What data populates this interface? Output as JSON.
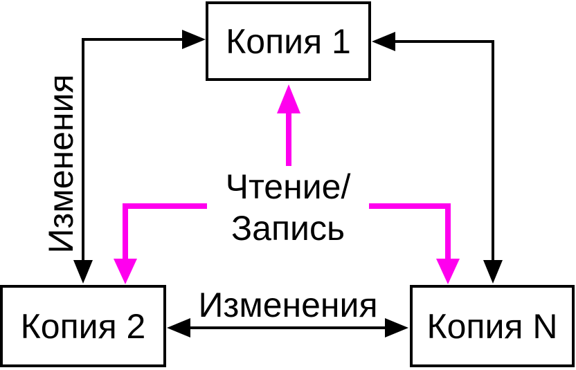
{
  "diagram": {
    "nodes": {
      "copy1": {
        "label": "Копия 1"
      },
      "copy2": {
        "label": "Копия 2"
      },
      "copyN": {
        "label": "Копия N"
      }
    },
    "labels": {
      "changes_vertical": "Изменения",
      "changes_horizontal": "Изменения",
      "read_write_line1": "Чтение/",
      "read_write_line2": "Запись"
    },
    "colors": {
      "black": "#000000",
      "magenta": "#FF00EE",
      "box_border": "#000000",
      "background": "#FFFFFF"
    }
  }
}
